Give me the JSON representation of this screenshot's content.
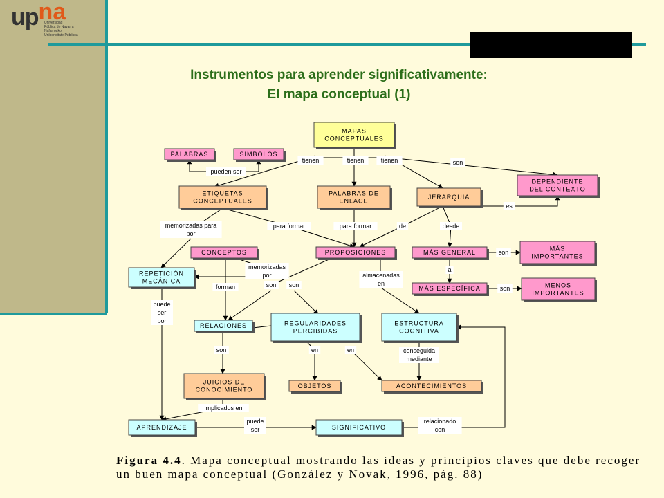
{
  "logo": {
    "up": "up",
    "na": "na",
    "subtitle": [
      "Universidad",
      "Pública de Navarra",
      "Nafarroako",
      "Unibertsitate Publikoa"
    ]
  },
  "title": {
    "line1": "Instrumentos para aprender significativamente:",
    "line2": "El mapa conceptual (1)"
  },
  "colors": {
    "yellow": "#ffff99",
    "pink": "#ff99cc",
    "orange": "#ffcc99",
    "blue": "#ccffff",
    "teal": "#1f9a9c",
    "title": "#2c6e1a"
  },
  "nodes": [
    {
      "id": "mapas",
      "lines": [
        "MAPAS",
        "CONCEPTUALES"
      ],
      "color": "yellow"
    },
    {
      "id": "palabras",
      "lines": [
        "PALABRAS"
      ],
      "color": "pink"
    },
    {
      "id": "simbolos",
      "lines": [
        "SÍMBOLOS"
      ],
      "color": "pink"
    },
    {
      "id": "dependiente",
      "lines": [
        "DEPENDIENTE",
        "DEL CONTEXTO"
      ],
      "color": "pink"
    },
    {
      "id": "etiquetas",
      "lines": [
        "ETIQUETAS",
        "CONCEPTUALES"
      ],
      "color": "orange"
    },
    {
      "id": "palabras-enlace",
      "lines": [
        "PALABRAS DE",
        "ENLACE"
      ],
      "color": "orange"
    },
    {
      "id": "jerarquia",
      "lines": [
        "JERARQUÍA"
      ],
      "color": "orange"
    },
    {
      "id": "conceptos",
      "lines": [
        "CONCEPTOS"
      ],
      "color": "pink"
    },
    {
      "id": "proposiciones",
      "lines": [
        "PROPOSICIONES"
      ],
      "color": "pink"
    },
    {
      "id": "mas-general",
      "lines": [
        "MÁS GENERAL"
      ],
      "color": "pink"
    },
    {
      "id": "mas-importantes",
      "lines": [
        "MÁS",
        "IMPORTANTES"
      ],
      "color": "pink"
    },
    {
      "id": "repeticion",
      "lines": [
        "REPETICIÓN",
        "MECÁNICA"
      ],
      "color": "blue"
    },
    {
      "id": "mas-especifica",
      "lines": [
        "MÁS ESPECÍFICA"
      ],
      "color": "pink"
    },
    {
      "id": "menos-importantes",
      "lines": [
        "MENOS",
        "IMPORTANTES"
      ],
      "color": "pink"
    },
    {
      "id": "relaciones",
      "lines": [
        "RELACIONES"
      ],
      "color": "blue"
    },
    {
      "id": "regularidades",
      "lines": [
        "REGULARIDADES",
        "PERCIBIDAS"
      ],
      "color": "blue"
    },
    {
      "id": "estructura",
      "lines": [
        "ESTRUCTURA",
        "COGNITIVA"
      ],
      "color": "blue"
    },
    {
      "id": "juicios",
      "lines": [
        "JUICIOS DE",
        "CONOCIMIENTO"
      ],
      "color": "orange"
    },
    {
      "id": "objetos",
      "lines": [
        "OBJETOS"
      ],
      "color": "orange"
    },
    {
      "id": "acontecimientos",
      "lines": [
        "ACONTECIMIENTOS"
      ],
      "color": "orange"
    },
    {
      "id": "aprendizaje",
      "lines": [
        "APRENDIZAJE"
      ],
      "color": "blue"
    },
    {
      "id": "significativo",
      "lines": [
        "SIGNIFICATIVO"
      ],
      "color": "blue"
    }
  ],
  "labels": [
    {
      "id": "tienen1",
      "lines": [
        "tienen"
      ]
    },
    {
      "id": "tienen2",
      "lines": [
        "tienen"
      ]
    },
    {
      "id": "tienen3",
      "lines": [
        "tienen"
      ]
    },
    {
      "id": "son1",
      "lines": [
        "son"
      ]
    },
    {
      "id": "pueden-ser",
      "lines": [
        "pueden ser"
      ]
    },
    {
      "id": "es",
      "lines": [
        "es"
      ]
    },
    {
      "id": "memorizadas-para-por",
      "lines": [
        "memorizadas para",
        "por"
      ]
    },
    {
      "id": "para-formar1",
      "lines": [
        "para formar"
      ]
    },
    {
      "id": "para-formar2",
      "lines": [
        "para formar"
      ]
    },
    {
      "id": "de",
      "lines": [
        "de"
      ]
    },
    {
      "id": "desde",
      "lines": [
        "desde"
      ]
    },
    {
      "id": "son2",
      "lines": [
        "son"
      ]
    },
    {
      "id": "a",
      "lines": [
        "a"
      ]
    },
    {
      "id": "son3",
      "lines": [
        "son"
      ]
    },
    {
      "id": "memorizadas-por",
      "lines": [
        "memorizadas",
        "por"
      ]
    },
    {
      "id": "son4",
      "lines": [
        "son"
      ]
    },
    {
      "id": "son5",
      "lines": [
        "son"
      ]
    },
    {
      "id": "forman",
      "lines": [
        "forman"
      ]
    },
    {
      "id": "almacenadas-en",
      "lines": [
        "almacenadas",
        "en"
      ]
    },
    {
      "id": "puede-ser-por",
      "lines": [
        "puede",
        "ser",
        "por"
      ]
    },
    {
      "id": "son6",
      "lines": [
        "son"
      ]
    },
    {
      "id": "en1",
      "lines": [
        "en"
      ]
    },
    {
      "id": "en2",
      "lines": [
        "en"
      ]
    },
    {
      "id": "conseguida-mediante",
      "lines": [
        "conseguida",
        "mediante"
      ]
    },
    {
      "id": "implicados-en",
      "lines": [
        "implicados en"
      ]
    },
    {
      "id": "puede-ser",
      "lines": [
        "puede",
        "ser"
      ]
    },
    {
      "id": "relacionado-con",
      "lines": [
        "relacionado",
        "con"
      ]
    }
  ],
  "caption": {
    "figure": "Figura 4.4",
    "text": ". Mapa conceptual mostrando las ideas y principios claves que debe recoger un buen mapa conceptual (González y Novak, 1996, pág. 88)"
  }
}
